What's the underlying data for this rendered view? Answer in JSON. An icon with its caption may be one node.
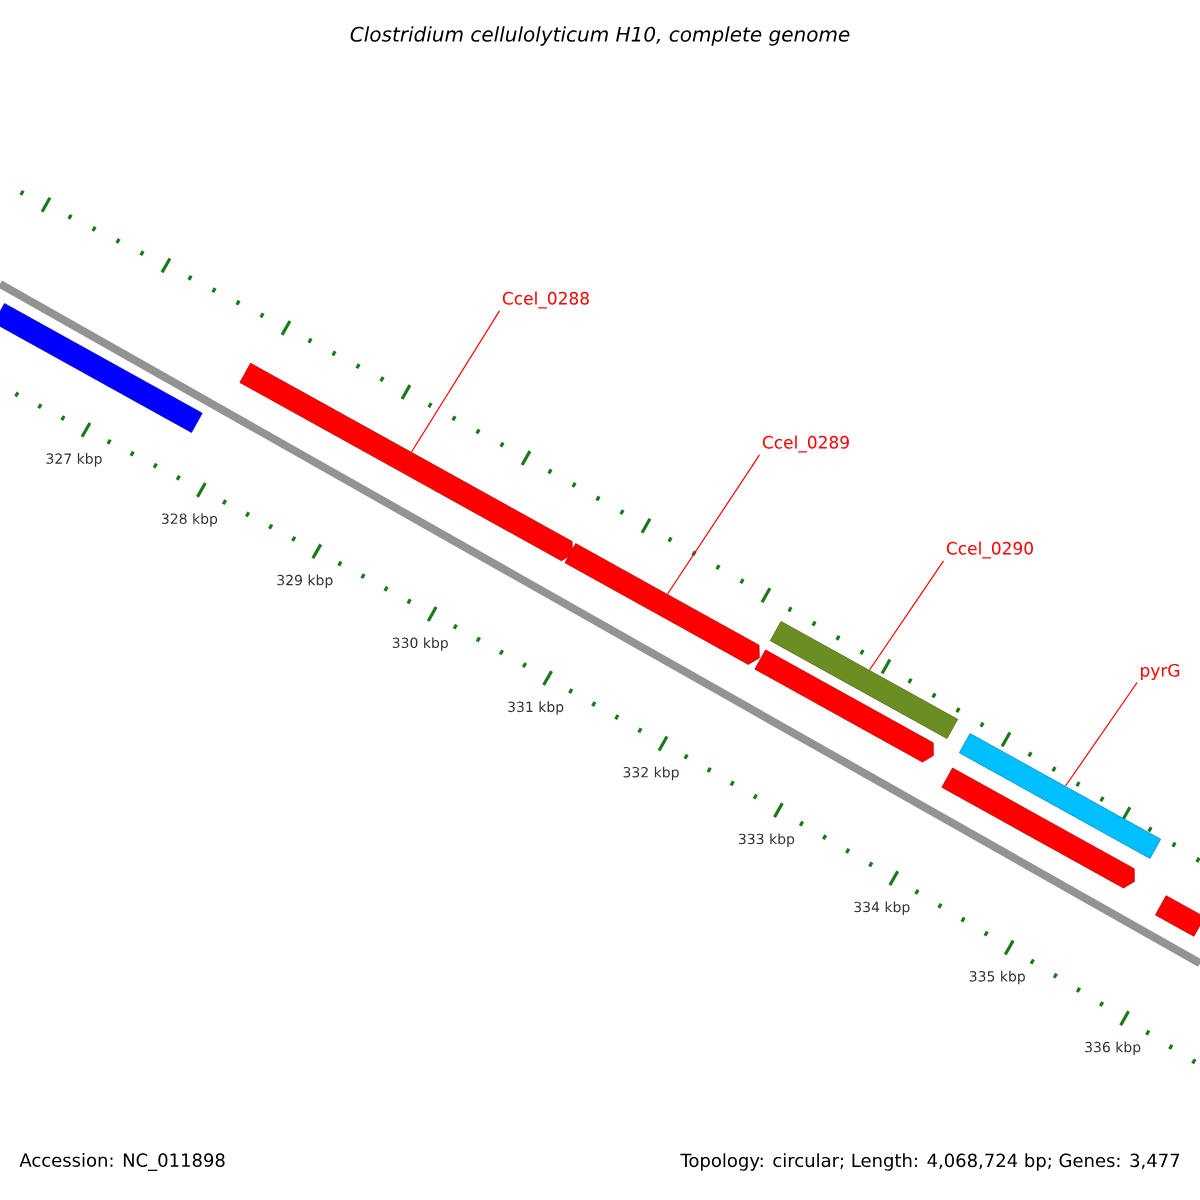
{
  "diagram": {
    "title": "Clostridium cellulolyticum H10, complete genome",
    "nodes": [
      {
        "text": [],
        "shape": "bar"
      },
      {
        "text": [],
        "shape": "bar"
      },
      {
        "text": [],
        "shape": "bar"
      },
      {
        "text": [],
        "shape": "bar"
      },
      {
        "text": [],
        "shape": "bar"
      },
      {
        "text": [],
        "shape": "bar"
      },
      {
        "text": [],
        "shape": "bar"
      },
      {
        "text": [],
        "shape": "bar"
      },
      {
        "text": [
          "Ccel_0288"
        ]
      },
      {
        "text": [
          "Ccel_0289"
        ]
      },
      {
        "text": [
          "Ccel_0290"
        ]
      },
      {
        "text": [
          "pyrG"
        ]
      }
    ],
    "edges": [
      {
        "from": 8,
        "to": 1,
        "arrow": "none"
      },
      {
        "from": 9,
        "to": 2,
        "arrow": "none"
      },
      {
        "from": 10,
        "to": 3,
        "arrow": "none"
      },
      {
        "from": 11,
        "to": 5,
        "arrow": "none"
      }
    ],
    "labels": [
      "327 kbp",
      "328 kbp",
      "329 kbp",
      "330 kbp",
      "331 kbp",
      "332 kbp",
      "333 kbp",
      "334 kbp",
      "335 kbp",
      "336 kbp",
      "Accession: NC_011898",
      "Topology: circular; Length: 4,068,724 bp; Genes: 3,477"
    ]
  }
}
